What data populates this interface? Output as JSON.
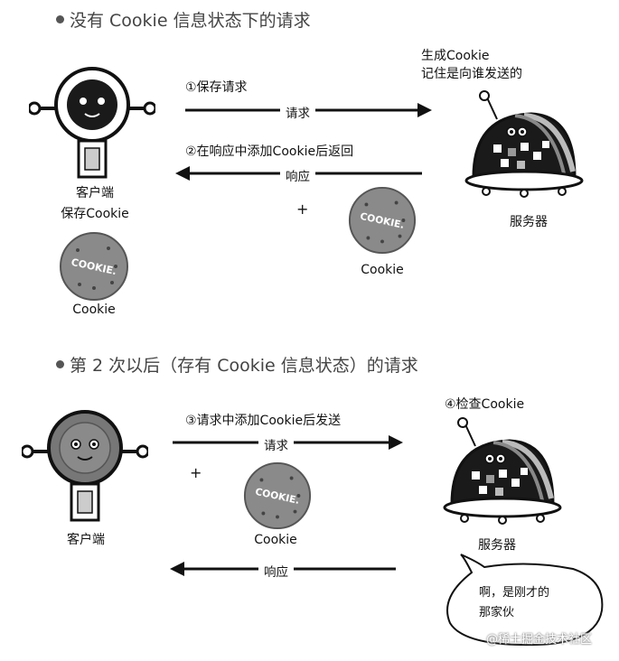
{
  "section1": {
    "title": "没有 Cookie 信息状态下的请求",
    "step1": "①保存请求",
    "request_label": "请求",
    "step2": "②在响应中添加Cookie后返回",
    "response_label": "响应",
    "server_note_line1": "生成Cookie",
    "server_note_line2": "记住是向谁发送的",
    "client_label": "客户端",
    "client_note": "保存Cookie",
    "server_label": "服务器",
    "plus": "+",
    "cookie_label_response": "Cookie",
    "cookie_label_client": "Cookie",
    "cookie_text": "COOKIE."
  },
  "section2": {
    "title": "第 2 次以后（存有 Cookie 信息状态）的请求",
    "step3": "③请求中添加Cookie后发送",
    "request_label": "请求",
    "plus": "+",
    "cookie_label": "Cookie",
    "cookie_text": "COOKIE.",
    "client_label": "客户端",
    "step4": "④检查Cookie",
    "server_label": "服务器",
    "response_label": "响应",
    "bubble_line1": "啊，是刚才的",
    "bubble_line2": "那家伙"
  },
  "watermark": "@稀土掘金技术社区",
  "colors": {
    "line": "#111111",
    "robot_dark": "#1a1a1a",
    "cookie": "#8a8a8a",
    "server_stripe": "#3a3a3a"
  }
}
